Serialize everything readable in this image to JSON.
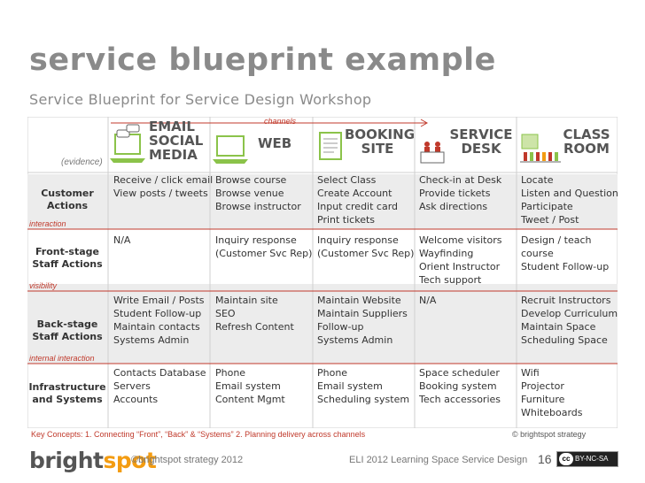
{
  "title": "service blueprint example",
  "subtitle": "Service Blueprint for Service Design Workshop",
  "channels_label": "channels",
  "evidence_label": "(evidence)",
  "columns": [
    {
      "heading": [
        "EMAIL",
        "SOCIAL",
        "MEDIA"
      ],
      "icon": "laptop-chat-icon"
    },
    {
      "heading": [
        "WEB"
      ],
      "icon": "laptop-icon"
    },
    {
      "heading": [
        "BOOKING",
        "SITE"
      ],
      "icon": "document-icon"
    },
    {
      "heading": [
        "SERVICE",
        "DESK"
      ],
      "icon": "desk-people-icon"
    },
    {
      "heading": [
        "CLASS",
        "ROOM"
      ],
      "icon": "classroom-icon"
    }
  ],
  "rows": [
    {
      "label": [
        "Customer",
        "Actions"
      ],
      "cells": [
        [
          "Receive / click email",
          "View posts / tweets"
        ],
        [
          "Browse course",
          "Browse venue",
          "Browse instructor"
        ],
        [
          "Select Class",
          "Create Account",
          "Input credit card",
          "Print tickets"
        ],
        [
          "Check-in at Desk",
          "Provide tickets",
          "Ask directions"
        ],
        [
          "Locate",
          "Listen and Question",
          "Participate",
          "Tweet / Post"
        ]
      ]
    },
    {
      "label": [
        "Front-stage",
        "Staff Actions"
      ],
      "cells": [
        [
          "N/A"
        ],
        [
          "Inquiry response",
          "(Customer Svc Rep)"
        ],
        [
          "Inquiry response",
          "(Customer Svc Rep)"
        ],
        [
          "Welcome visitors",
          "Wayfinding",
          "Orient Instructor",
          "Tech support"
        ],
        [
          "Design / teach",
          "course",
          "Student Follow-up"
        ]
      ]
    },
    {
      "label": [
        "Back-stage",
        "Staff Actions"
      ],
      "cells": [
        [
          "Write Email / Posts",
          "Student Follow-up",
          "Maintain contacts",
          "Systems Admin"
        ],
        [
          "Maintain site",
          "SEO",
          "Refresh Content"
        ],
        [
          "Maintain Website",
          "Maintain Suppliers",
          "Follow-up",
          "Systems Admin"
        ],
        [
          "N/A"
        ],
        [
          "Recruit Instructors",
          "Develop Curriculum",
          "Maintain Space",
          "Scheduling Space"
        ]
      ]
    },
    {
      "label": [
        "Infrastructure",
        "and Systems"
      ],
      "cells": [
        [
          "Contacts Database",
          "Servers",
          "Accounts"
        ],
        [
          "Phone",
          "Email system",
          "Content Mgmt"
        ],
        [
          "Phone",
          "Email system",
          "Scheduling system"
        ],
        [
          "Space scheduler",
          "Booking system",
          "Tech accessories"
        ],
        [
          "Wifi",
          "Projector",
          "Furniture",
          "Whiteboards"
        ]
      ]
    }
  ],
  "line_labels": {
    "interaction": "interaction",
    "visibility": "visibility",
    "internal": "internal interaction"
  },
  "key_concepts": "Key Concepts:  1. Connecting “Front”, “Back” & “Systems”  2. Planning delivery across channels",
  "brightspot_copyright": "© brightspot strategy",
  "footer": {
    "logo_part1": "bright",
    "logo_part2": "spot",
    "copyright": "©brightspot strategy 2012",
    "event": "ELI 2012 Learning Space Service Design",
    "page": "16",
    "license_cc": "cc",
    "license": "BY-NC-SA"
  },
  "colors": {
    "accent_red": "#c0392b",
    "title_gray": "#8a8a8a",
    "grid_gray": "#cfcfcf",
    "shade_gray": "#ededed",
    "icon_green": "#8bc34a",
    "logo_orange": "#f39c12"
  }
}
